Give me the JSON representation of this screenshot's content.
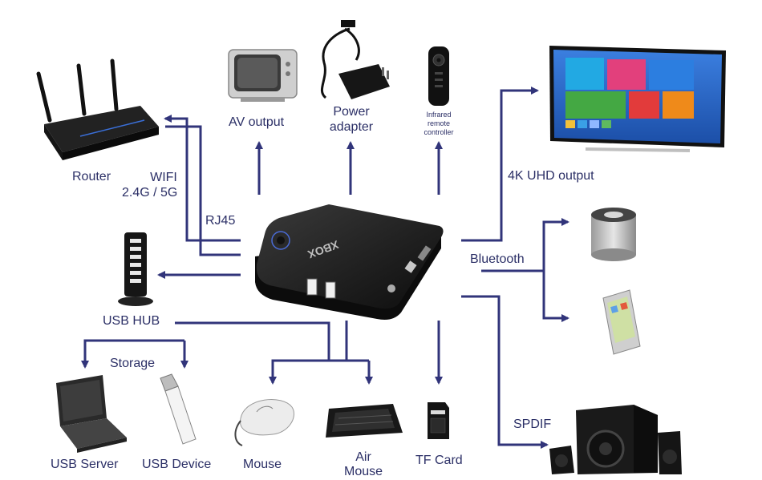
{
  "colors": {
    "accent": "#31347a",
    "label": "#2b2f66",
    "device": "#1a1a1a"
  },
  "device": {
    "brand": "XBOX"
  },
  "labels": {
    "router": "Router",
    "wifi": "WIFI",
    "wifi_band": "2.4G / 5G",
    "rj45": "RJ45",
    "av_output": "AV output",
    "power_1": "Power",
    "power_2": "adapter",
    "ir_1": "Infrared",
    "ir_2": "remote",
    "ir_3": "controller",
    "uhd": "4K UHD output",
    "bluetooth": "Bluetooth",
    "usb_hub": "USB HUB",
    "storage": "Storage",
    "usb_server": "USB Server",
    "usb_device": "USB Device",
    "mouse": "Mouse",
    "air_1": "Air",
    "air_2": "Mouse",
    "tf_card": "TF Card",
    "spdif": "SPDIF"
  }
}
